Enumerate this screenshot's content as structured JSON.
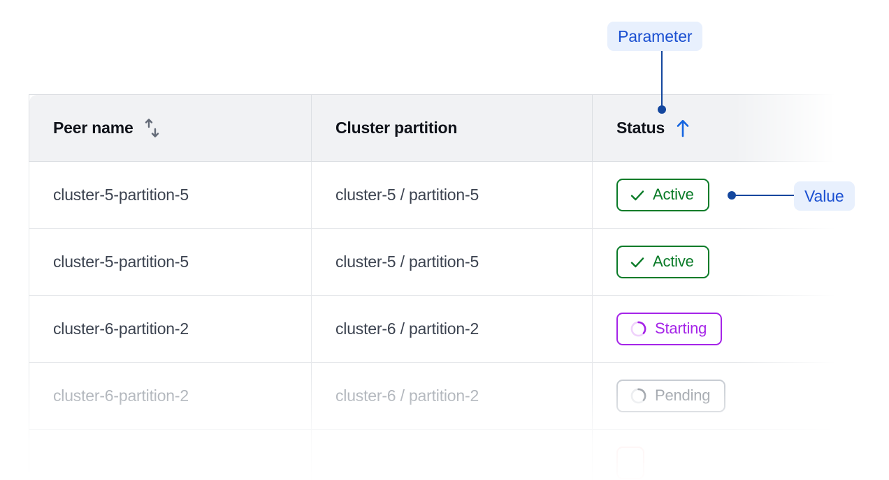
{
  "table": {
    "columns": [
      {
        "key": "peer_name",
        "label": "Peer name",
        "sort_icon": "sort-updown-icon",
        "sort_state": "none"
      },
      {
        "key": "cluster_partition",
        "label": "Cluster partition",
        "sort_icon": null,
        "sort_state": "none"
      },
      {
        "key": "status",
        "label": "Status",
        "sort_icon": "arrow-up-icon",
        "sort_state": "ascending"
      }
    ],
    "rows": [
      {
        "peer_name": "cluster-5-partition-5",
        "cluster_partition": "cluster-5 / partition-5",
        "status": {
          "label": "Active",
          "kind": "active",
          "icon": "check-icon"
        },
        "fade": "none"
      },
      {
        "peer_name": "cluster-5-partition-5",
        "cluster_partition": "cluster-5 / partition-5",
        "status": {
          "label": "Active",
          "kind": "active",
          "icon": "check-icon"
        },
        "fade": "none"
      },
      {
        "peer_name": "cluster-6-partition-2",
        "cluster_partition": "cluster-6 / partition-2",
        "status": {
          "label": "Starting",
          "kind": "starting",
          "icon": "spinner-icon"
        },
        "fade": "none"
      },
      {
        "peer_name": "cluster-6-partition-2",
        "cluster_partition": "cluster-6 / partition-2",
        "status": {
          "label": "Pending",
          "kind": "pending",
          "icon": "spinner-icon"
        },
        "fade": "dim"
      },
      {
        "peer_name": "",
        "cluster_partition": "",
        "status": {
          "label": "",
          "kind": "error",
          "icon": "none"
        },
        "fade": "dimmer"
      }
    ]
  },
  "annotations": [
    {
      "id": "parameter",
      "label": "Parameter",
      "target": "status-column-header"
    },
    {
      "id": "value",
      "label": "Value",
      "target": "status-badge-row-1"
    }
  ],
  "colors": {
    "annotation_text": "#1a4fd1",
    "annotation_bg": "#e8f0fd",
    "annotation_line": "#14479e",
    "sort_active": "#1565e0",
    "sort_inactive": "#646b78",
    "status_active": "#0a7b28",
    "status_starting": "#a524e8",
    "status_pending": "#8b9199",
    "status_error": "#f3b7b7",
    "header_bg": "#f1f2f4",
    "header_text": "#10131a",
    "cell_text": "#3c4350",
    "border": "#dcdfe3"
  }
}
